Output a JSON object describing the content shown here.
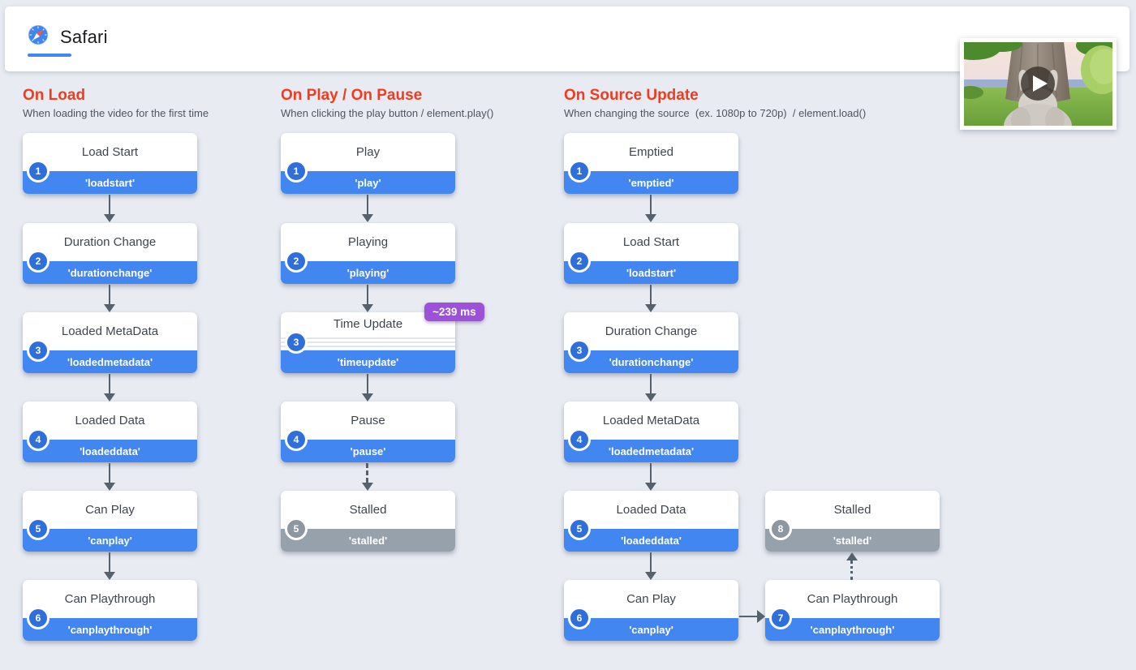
{
  "header": {
    "title": "Safari"
  },
  "colors": {
    "page_bg": "#e8ebf2",
    "accent_blue": "#4286f2",
    "accent_red": "#f43a1c",
    "band_gray": "#97a1ab",
    "badge_purple": "#9c51d8",
    "arrow": "#56616e"
  },
  "timing_badge": {
    "label": "~239 ms"
  },
  "columns": [
    {
      "title": "On Load",
      "subtitle": "When loading the video for the first time",
      "cards": [
        {
          "num": "1",
          "title": "Load Start",
          "event": "'loadstart'"
        },
        {
          "num": "2",
          "title": "Duration Change",
          "event": "'durationchange'"
        },
        {
          "num": "3",
          "title": "Loaded MetaData",
          "event": "'loadedmetadata'"
        },
        {
          "num": "4",
          "title": "Loaded Data",
          "event": "'loadeddata'"
        },
        {
          "num": "5",
          "title": "Can Play",
          "event": "'canplay'"
        },
        {
          "num": "6",
          "title": "Can Playthrough",
          "event": "'canplaythrough'"
        }
      ]
    },
    {
      "title": "On Play / On Pause",
      "subtitle": "When clicking the play button / element.play()",
      "cards": [
        {
          "num": "1",
          "title": "Play",
          "event": "'play'"
        },
        {
          "num": "2",
          "title": "Playing",
          "event": "'playing'"
        },
        {
          "num": "3",
          "title": "Time Update",
          "event": "'timeupdate'"
        },
        {
          "num": "4",
          "title": "Pause",
          "event": "'pause'"
        },
        {
          "num": "5",
          "title": "Stalled",
          "event": "'stalled'"
        }
      ]
    },
    {
      "title": "On Source Update",
      "subtitle": "When changing the source  (ex. 1080p to 720p)  / element.load()",
      "cards": [
        {
          "num": "1",
          "title": "Emptied",
          "event": "'emptied'"
        },
        {
          "num": "2",
          "title": "Load Start",
          "event": "'loadstart'"
        },
        {
          "num": "3",
          "title": "Duration Change",
          "event": "'durationchange'"
        },
        {
          "num": "4",
          "title": "Loaded MetaData",
          "event": "'loadedmetadata'"
        },
        {
          "num": "5",
          "title": "Loaded Data",
          "event": "'loadeddata'"
        },
        {
          "num": "6",
          "title": "Can Play",
          "event": "'canplay'"
        },
        {
          "num": "7",
          "title": "Can Playthrough",
          "event": "'canplaythrough'"
        },
        {
          "num": "8",
          "title": "Stalled",
          "event": "'stalled'"
        }
      ]
    }
  ]
}
